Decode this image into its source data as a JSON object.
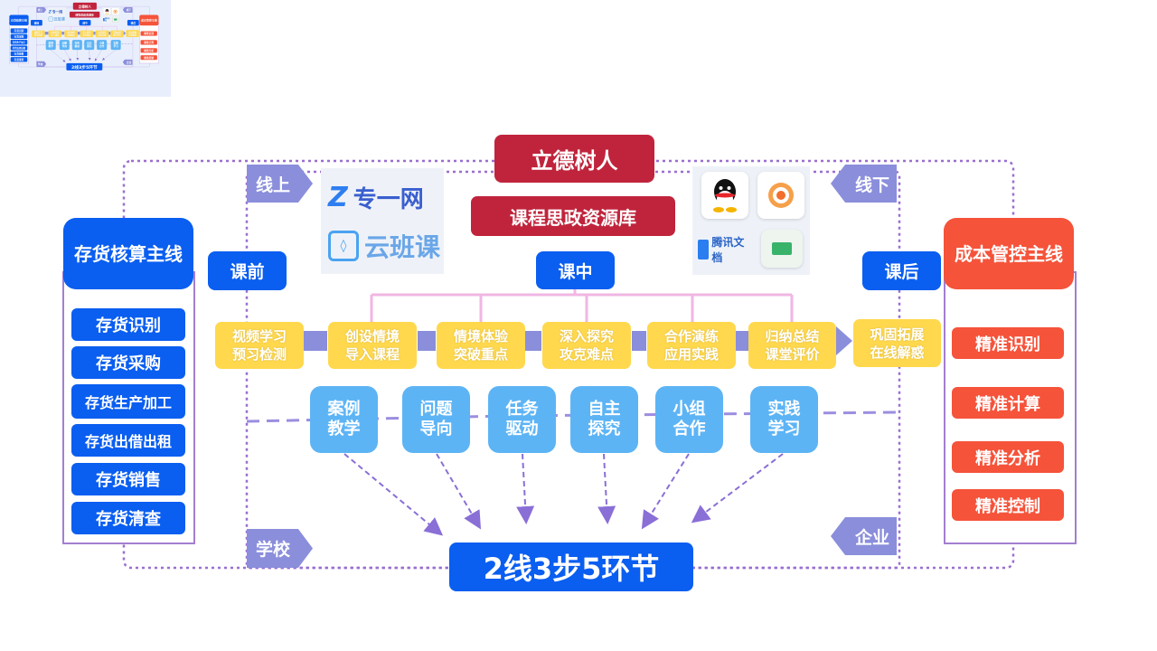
{
  "top": {
    "title": "立德树人",
    "subtitle": "课程思政资源库"
  },
  "tags": {
    "online": "线上",
    "offline": "线下",
    "school": "学校",
    "enterprise": "企业"
  },
  "phases": {
    "before": "课前",
    "during": "课中",
    "after": "课后"
  },
  "logos": {
    "zhuanyi": "专一网",
    "yunbanke": "云班课",
    "tencent_docs": "腾讯文档",
    "zhuanyi_mark": "Z",
    "yunbanke_mark": "◊"
  },
  "left_line": {
    "title": "存货核算主线",
    "items": [
      "存货识别",
      "存货采购",
      "存货生产加工",
      "存货出借出租",
      "存货销售",
      "存货清查"
    ]
  },
  "right_line": {
    "title": "成本管控主线",
    "items": [
      "精准识别",
      "精准计算",
      "精准分析",
      "精准控制"
    ]
  },
  "steps": [
    {
      "line1": "视频学习",
      "line2": "预习检测"
    },
    {
      "line1": "创设情境",
      "line2": "导入课程"
    },
    {
      "line1": "情境体验",
      "line2": "突破重点"
    },
    {
      "line1": "深入探究",
      "line2": "攻克难点"
    },
    {
      "line1": "合作演练",
      "line2": "应用实践"
    },
    {
      "line1": "归纳总结",
      "line2": "课堂评价"
    },
    {
      "line1": "巩固拓展",
      "line2": "在线解惑"
    }
  ],
  "methods": [
    {
      "line1": "案例",
      "line2": "教学"
    },
    {
      "line1": "问题",
      "line2": "导向"
    },
    {
      "line1": "任务",
      "line2": "驱动"
    },
    {
      "line1": "自主",
      "line2": "探究"
    },
    {
      "line1": "小组",
      "line2": "合作"
    },
    {
      "line1": "实践",
      "line2": "学习"
    }
  ],
  "bottom": {
    "title": "2线3步5环节"
  },
  "colors": {
    "red": "#c0243c",
    "blue": "#0a5ef0",
    "orange": "#f5533a",
    "yellow": "#ffd84d",
    "light_blue": "#5db4f5",
    "purple": "#8a8edb"
  }
}
